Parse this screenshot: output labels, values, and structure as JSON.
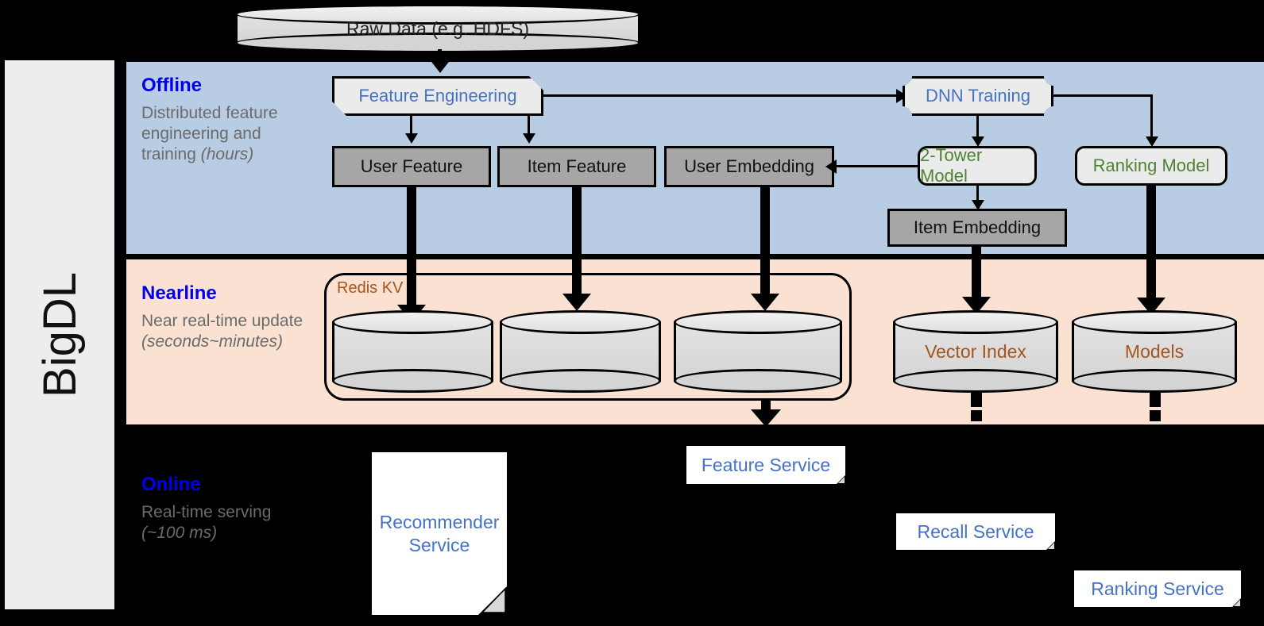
{
  "rail": {
    "label": "BigDL"
  },
  "bands": [
    {
      "id": "offline",
      "title": "Offline",
      "desc_plain": "Distributed feature engineering and training ",
      "desc_italic": "(hours)",
      "color": "#b8cce4"
    },
    {
      "id": "nearline",
      "title": "Nearline",
      "desc_plain": "Near real-time update ",
      "desc_italic": "(seconds~minutes)",
      "color": "#fae1d2"
    },
    {
      "id": "online",
      "title": "Online",
      "desc_plain": "Real-time serving ",
      "desc_italic": "(~100 ms)",
      "color": "#000000"
    }
  ],
  "nodes": {
    "raw_data": {
      "label": "Raw Data (e.g. HDFS)",
      "shape": "cylinder",
      "text_color": "#222222"
    },
    "feature_engineering": {
      "label": "Feature Engineering",
      "shape": "notched-box",
      "text_color": "#4472c4"
    },
    "dnn_training": {
      "label": "DNN Training",
      "shape": "bracket-box",
      "text_color": "#4472c4"
    },
    "user_feature": {
      "label": "User Feature",
      "shape": "box",
      "text_color": "#111111"
    },
    "item_feature": {
      "label": "Item Feature",
      "shape": "box",
      "text_color": "#111111"
    },
    "user_embedding": {
      "label": "User Embedding",
      "shape": "box",
      "text_color": "#111111"
    },
    "two_tower_model": {
      "label": "2-Tower Model",
      "shape": "rounded-box",
      "text_color": "#4e8234"
    },
    "ranking_model": {
      "label": "Ranking Model",
      "shape": "rounded-box",
      "text_color": "#4e8234"
    },
    "item_embedding": {
      "label": "Item Embedding",
      "shape": "box",
      "text_color": "#111111"
    },
    "redis_kv": {
      "label": "Redis KV",
      "shape": "rounded-group",
      "text_color": "#a6531c"
    },
    "kv_store_1": {
      "label": "",
      "shape": "cylinder"
    },
    "kv_store_2": {
      "label": "",
      "shape": "cylinder"
    },
    "kv_store_3": {
      "label": "",
      "shape": "cylinder"
    },
    "vector_index": {
      "label": "Vector Index",
      "shape": "cylinder",
      "text_color": "#a6531c"
    },
    "models": {
      "label": "Models",
      "shape": "cylinder",
      "text_color": "#a6531c"
    },
    "recommender_service": {
      "label": "Recommender Service",
      "shape": "document",
      "text_color": "#4472c4"
    },
    "feature_service": {
      "label": "Feature Service",
      "shape": "document",
      "text_color": "#4472c4"
    },
    "recall_service": {
      "label": "Recall Service",
      "shape": "document",
      "text_color": "#4472c4"
    },
    "ranking_service": {
      "label": "Ranking Service",
      "shape": "document",
      "text_color": "#4472c4"
    }
  },
  "colors": {
    "offline_band": "#b8cce4",
    "nearline_band": "#fae1d2",
    "online_band": "#000000",
    "rail": "#ededed",
    "gray_box": "#a6a6a6",
    "light_box": "#ebebeb",
    "blue_text": "#4472c4",
    "green_text": "#4e8234",
    "brown_text": "#a6531c",
    "band_title": "#0000ee",
    "band_desc": "#6b6b6b"
  }
}
